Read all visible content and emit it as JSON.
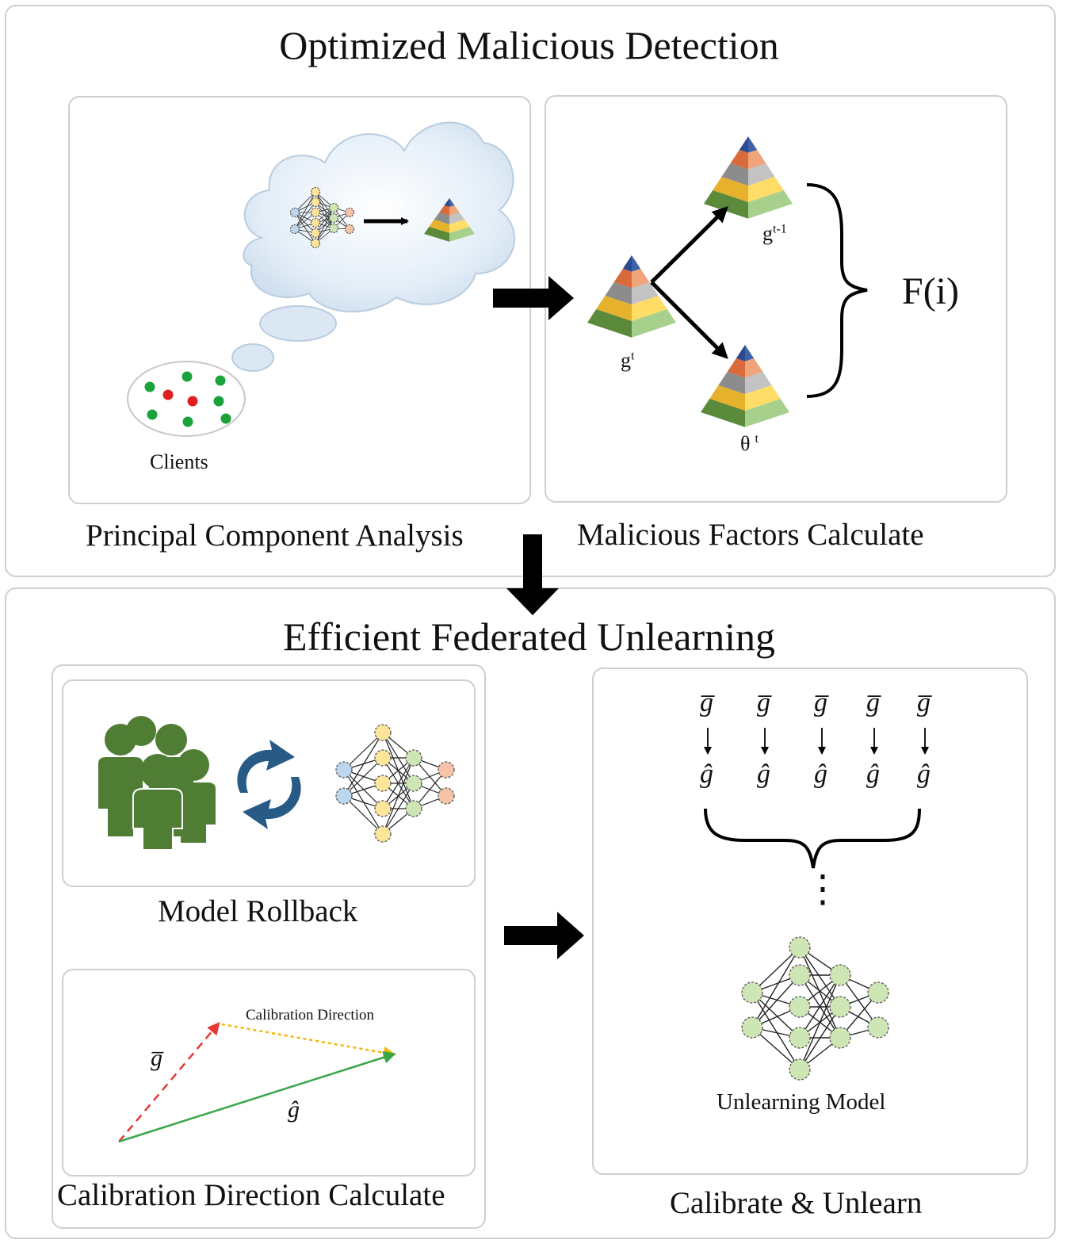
{
  "top": {
    "title": "Optimized Malicious Detection",
    "pca_caption": "Principal Component Analysis",
    "mfc_caption": "Malicious Factors Calculate",
    "clients_label": "Clients",
    "g_t": "g",
    "g_t_sup": "t",
    "g_t1": "g",
    "g_t1_sup": "t-1",
    "theta_t": "θ",
    "theta_t_sup": "t",
    "f_label": "F(i)"
  },
  "bottom": {
    "title": "Efficient Federated Unlearning",
    "rollback_caption": "Model Rollback",
    "calib_caption": "Calibration Direction Calculate",
    "calib_dir_label": "Calibration Direction",
    "g_bar": "g̅",
    "g_hat": "ĝ",
    "calibrate_caption": "Calibrate & Unlearn",
    "unlearning_model_label": "Unlearning Model",
    "ellipsis": "⋮"
  },
  "colors": {
    "client_benign": "#1aa33a",
    "client_malicious": "#e02020",
    "people": "#4f7d34",
    "sync": "#285a86",
    "nn_blue": "#bcd6ee",
    "nn_yellow": "#fde59a",
    "nn_green": "#cde6b4",
    "nn_orange": "#f6c3a8",
    "arrow_red": "#e53935",
    "arrow_yellow": "#f2b705",
    "arrow_green": "#3aa64a"
  }
}
